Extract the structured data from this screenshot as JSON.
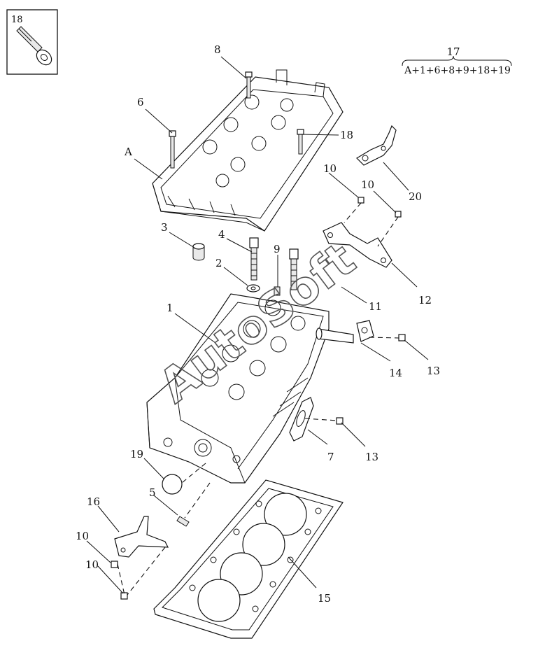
{
  "inset": {
    "label": "18"
  },
  "formula": {
    "number": "17",
    "text": "A+1+6+8+9+18+19"
  },
  "callouts": {
    "A": "A",
    "c1": "1",
    "c2": "2",
    "c3": "3",
    "c4": "4",
    "c5": "5",
    "c6": "6",
    "c7": "7",
    "c8": "8",
    "c9": "9",
    "c10a": "10",
    "c10b": "10",
    "c10c": "10",
    "c10d": "10",
    "c11": "11",
    "c12": "12",
    "c13a": "13",
    "c13b": "13",
    "c14": "14",
    "c15": "15",
    "c16": "16",
    "c18": "18",
    "c19": "19",
    "c20": "20"
  },
  "watermark": "AutoSoft"
}
